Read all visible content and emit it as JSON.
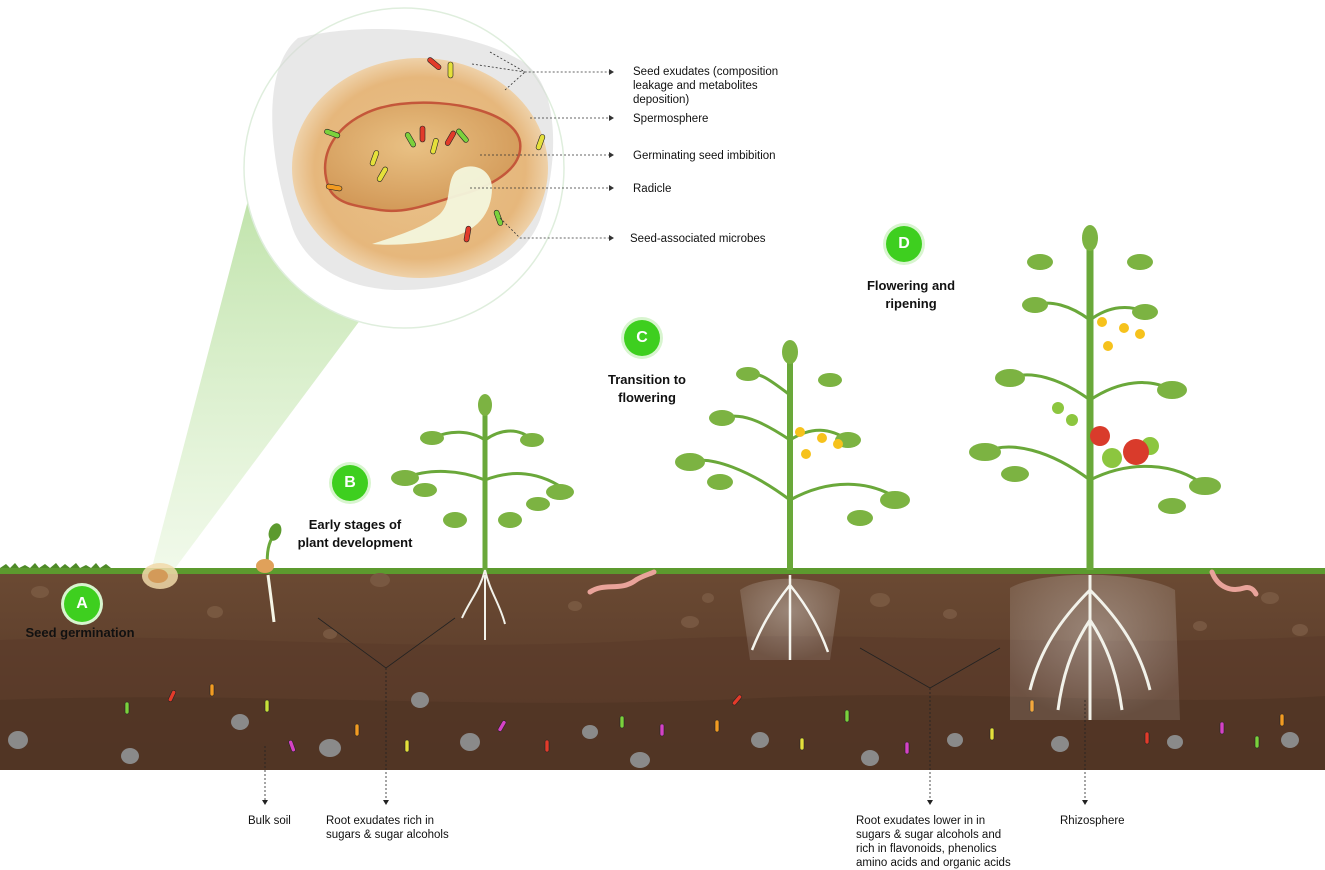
{
  "stages": [
    {
      "letter": "A",
      "title": "Seed germination"
    },
    {
      "letter": "B",
      "title": "Early stages of\nplant development"
    },
    {
      "letter": "C",
      "title": "Transition to\nflowering"
    },
    {
      "letter": "D",
      "title": "Flowering and\nripening"
    }
  ],
  "inset_labels": {
    "seed_exudates": "Seed exudates (composition leakage and metabolites deposition)",
    "spermosphere": "Spermosphere",
    "imbibition": "Germinating seed imbibition",
    "radicle": "Radicle",
    "seed_microbes": "Seed-associated microbes"
  },
  "soil_labels": {
    "bulk_soil": "Bulk soil",
    "root_exudates_sugars": "Root exudates rich in sugars & sugar alcohols",
    "root_exudates_flavonoids": "Root exudates lower in in sugars & sugar alcohols and rich in flavonoids, phenolics amino acids and organic acids",
    "rhizosphere": "Rhizosphere"
  },
  "colors": {
    "soil_dark": "#5a3d2b",
    "soil_mid": "#6e4b35",
    "grass": "#5c9a2e",
    "badge": "#3ecf1f",
    "stem": "#6aa83a",
    "leaf": "#7cb342",
    "spotlight": "#bfe3a6",
    "seed_halo": "#e8c48d"
  }
}
